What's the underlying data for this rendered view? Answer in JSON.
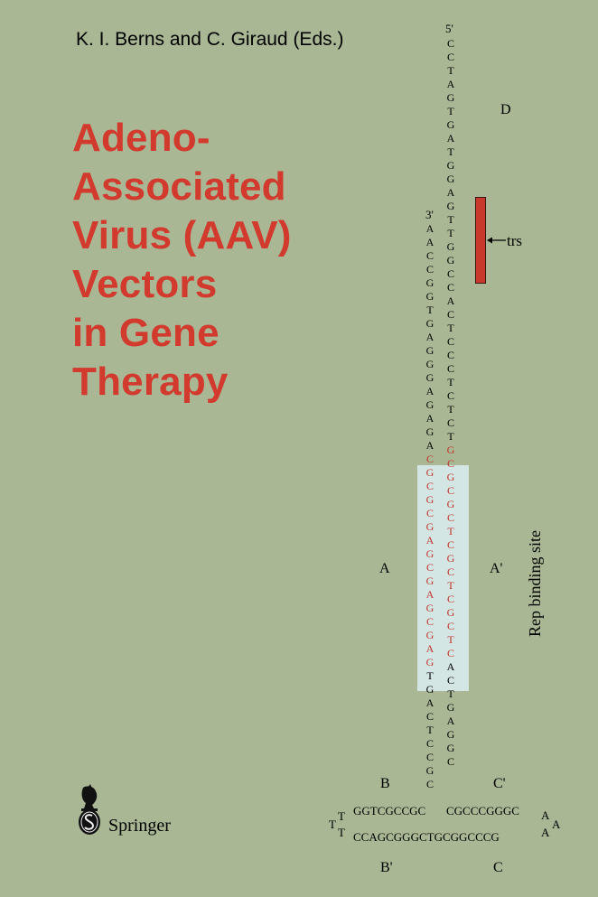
{
  "editors": "K. I. Berns and C. Giraud (Eds.)",
  "title_lines": [
    "Adeno-",
    "Associated",
    "Virus (AAV)",
    "Vectors",
    "in Gene",
    "Therapy"
  ],
  "publisher": "Springer",
  "diagram": {
    "five_prime": "5'",
    "three_prime": "3'",
    "right_strand_black_top": [
      "C",
      "C",
      "T",
      "A",
      "G",
      "T",
      "G",
      "A",
      "T",
      "G",
      "G",
      "A",
      "G",
      "T",
      "T",
      "G",
      "G",
      "C",
      "C",
      "A",
      "C",
      "T",
      "C",
      "C",
      "C",
      "T",
      "C",
      "T",
      "C",
      "T"
    ],
    "right_strand_red": [
      "G",
      "C",
      "G",
      "C",
      "G",
      "C",
      "T",
      "C",
      "G",
      "C",
      "T",
      "C",
      "G",
      "C",
      "T",
      "C"
    ],
    "right_strand_black_bottom": [
      "A",
      "C",
      "T",
      "G",
      "A",
      "G",
      "G",
      "C"
    ],
    "left_strand_black_top": [
      "A",
      "A",
      "C",
      "C",
      "G",
      "G",
      "T",
      "G",
      "A",
      "G",
      "G",
      "G",
      "A",
      "G",
      "A",
      "G",
      "A"
    ],
    "left_strand_red": [
      "C",
      "G",
      "C",
      "G",
      "C",
      "G",
      "A",
      "G",
      "C",
      "G",
      "A",
      "G",
      "C",
      "G",
      "A",
      "G"
    ],
    "left_strand_black_bottom": [
      "T",
      "G",
      "A",
      "C",
      "T",
      "C",
      "C",
      "G",
      "C"
    ],
    "loop_top_left": "GGTCGCCGC",
    "loop_top_right": "CGCCCGGGC",
    "loop_bottom": "CCAGCGGGCTGCGGCCCG",
    "loop_left_t1": "T",
    "loop_left_t2": "T",
    "loop_left_t3": "T",
    "loop_right_a1": "A",
    "loop_right_a2": "A",
    "loop_right_a3": "A",
    "labels": {
      "D": "D",
      "trs": "trs",
      "A": "A",
      "A_prime": "A'",
      "rep": "Rep binding site",
      "B": "B",
      "C_prime": "C'",
      "B_prime": "B'",
      "C": "C"
    }
  }
}
